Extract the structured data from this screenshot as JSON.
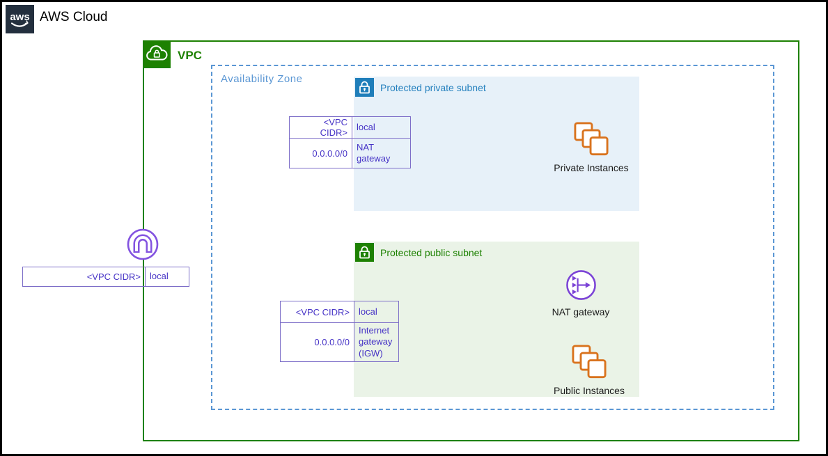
{
  "diagram": {
    "aws_cloud": {
      "label": "AWS Cloud",
      "logo_text": "aws"
    },
    "vpc": {
      "label": "VPC"
    },
    "availability_zone": {
      "label": "Availability Zone"
    },
    "private_subnet": {
      "label": "Protected private subnet"
    },
    "public_subnet": {
      "label": "Protected public subnet"
    },
    "nodes": {
      "private_instances": "Private Instances",
      "nat_gateway": "NAT gateway",
      "public_instances": "Public Instances"
    },
    "route_tables": {
      "vpc_edge": {
        "rows": [
          {
            "dest": "<VPC CIDR>",
            "target": "local"
          }
        ]
      },
      "private": {
        "rows": [
          {
            "dest": "<VPC CIDR>",
            "target": "local"
          },
          {
            "dest": "0.0.0.0/0",
            "target": "NAT gateway"
          }
        ]
      },
      "public": {
        "rows": [
          {
            "dest": "<VPC CIDR>",
            "target": "local"
          },
          {
            "dest": "0.0.0.0/0",
            "target": "Internet gateway (IGW)"
          }
        ]
      }
    }
  },
  "icons": {
    "aws_logo": "aws-smile-logo",
    "vpc_icon": "cloud-with-lock",
    "private_subnet_icon": "lock-blue-square",
    "public_subnet_icon": "lock-green-square",
    "vpc_gateway_icon": "magnet-in-circle",
    "nat_gateway_icon": "merging-arrows-in-circle",
    "instances_icon": "stacked-squares"
  },
  "colors": {
    "aws_dark": "#232F3E",
    "green": "#1D8102",
    "blue": "#1F7EBA",
    "az_blue": "#5B97D4",
    "private_subnet_bg": "#E7F1F9",
    "public_subnet_bg": "#EAF3E7",
    "purple_icon": "#8353E0",
    "table_border": "#7D6EC8",
    "table_text": "#4633C6",
    "orange": "#D9731E"
  }
}
